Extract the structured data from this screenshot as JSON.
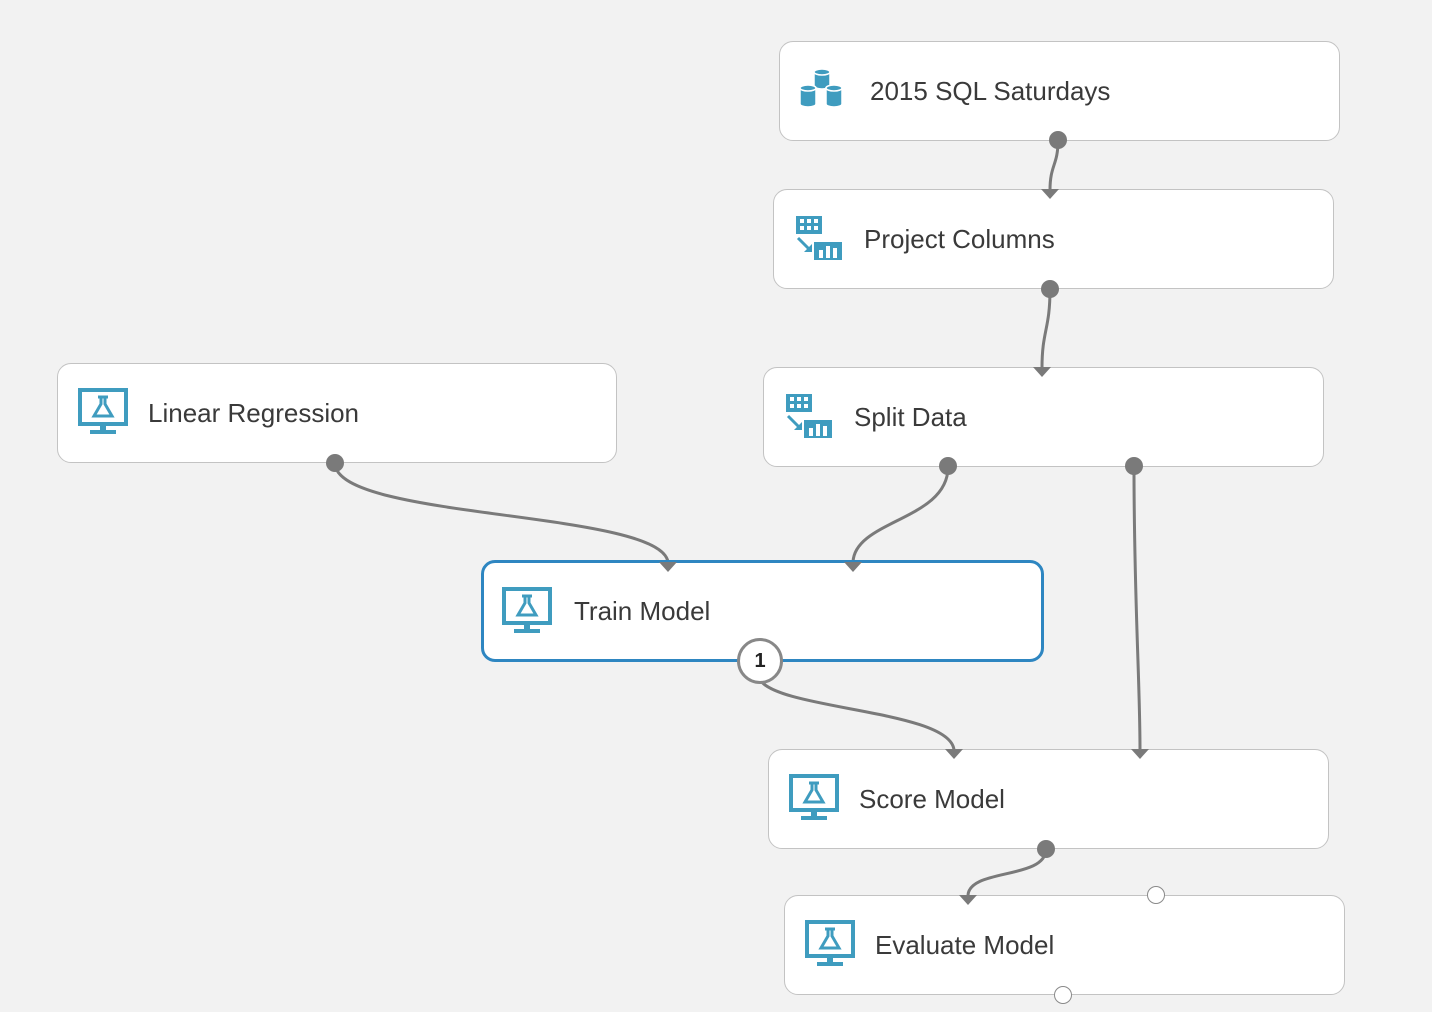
{
  "modules": {
    "sql_saturdays": {
      "label": "2015 SQL Saturdays",
      "icon": "dataset-icon"
    },
    "project_columns": {
      "label": "Project Columns",
      "icon": "data-transform-icon"
    },
    "linear_regression": {
      "label": "Linear Regression",
      "icon": "machine-learning-icon"
    },
    "split_data": {
      "label": "Split Data",
      "icon": "data-transform-icon"
    },
    "train_model": {
      "label": "Train Model",
      "icon": "machine-learning-icon",
      "badge": "1"
    },
    "score_model": {
      "label": "Score Model",
      "icon": "machine-learning-icon"
    },
    "evaluate_model": {
      "label": "Evaluate Model",
      "icon": "machine-learning-icon"
    }
  },
  "colors": {
    "icon_blue": "#3f9cbf",
    "selected_border": "#2e86c1",
    "connector_gray": "#7a7a7a"
  }
}
